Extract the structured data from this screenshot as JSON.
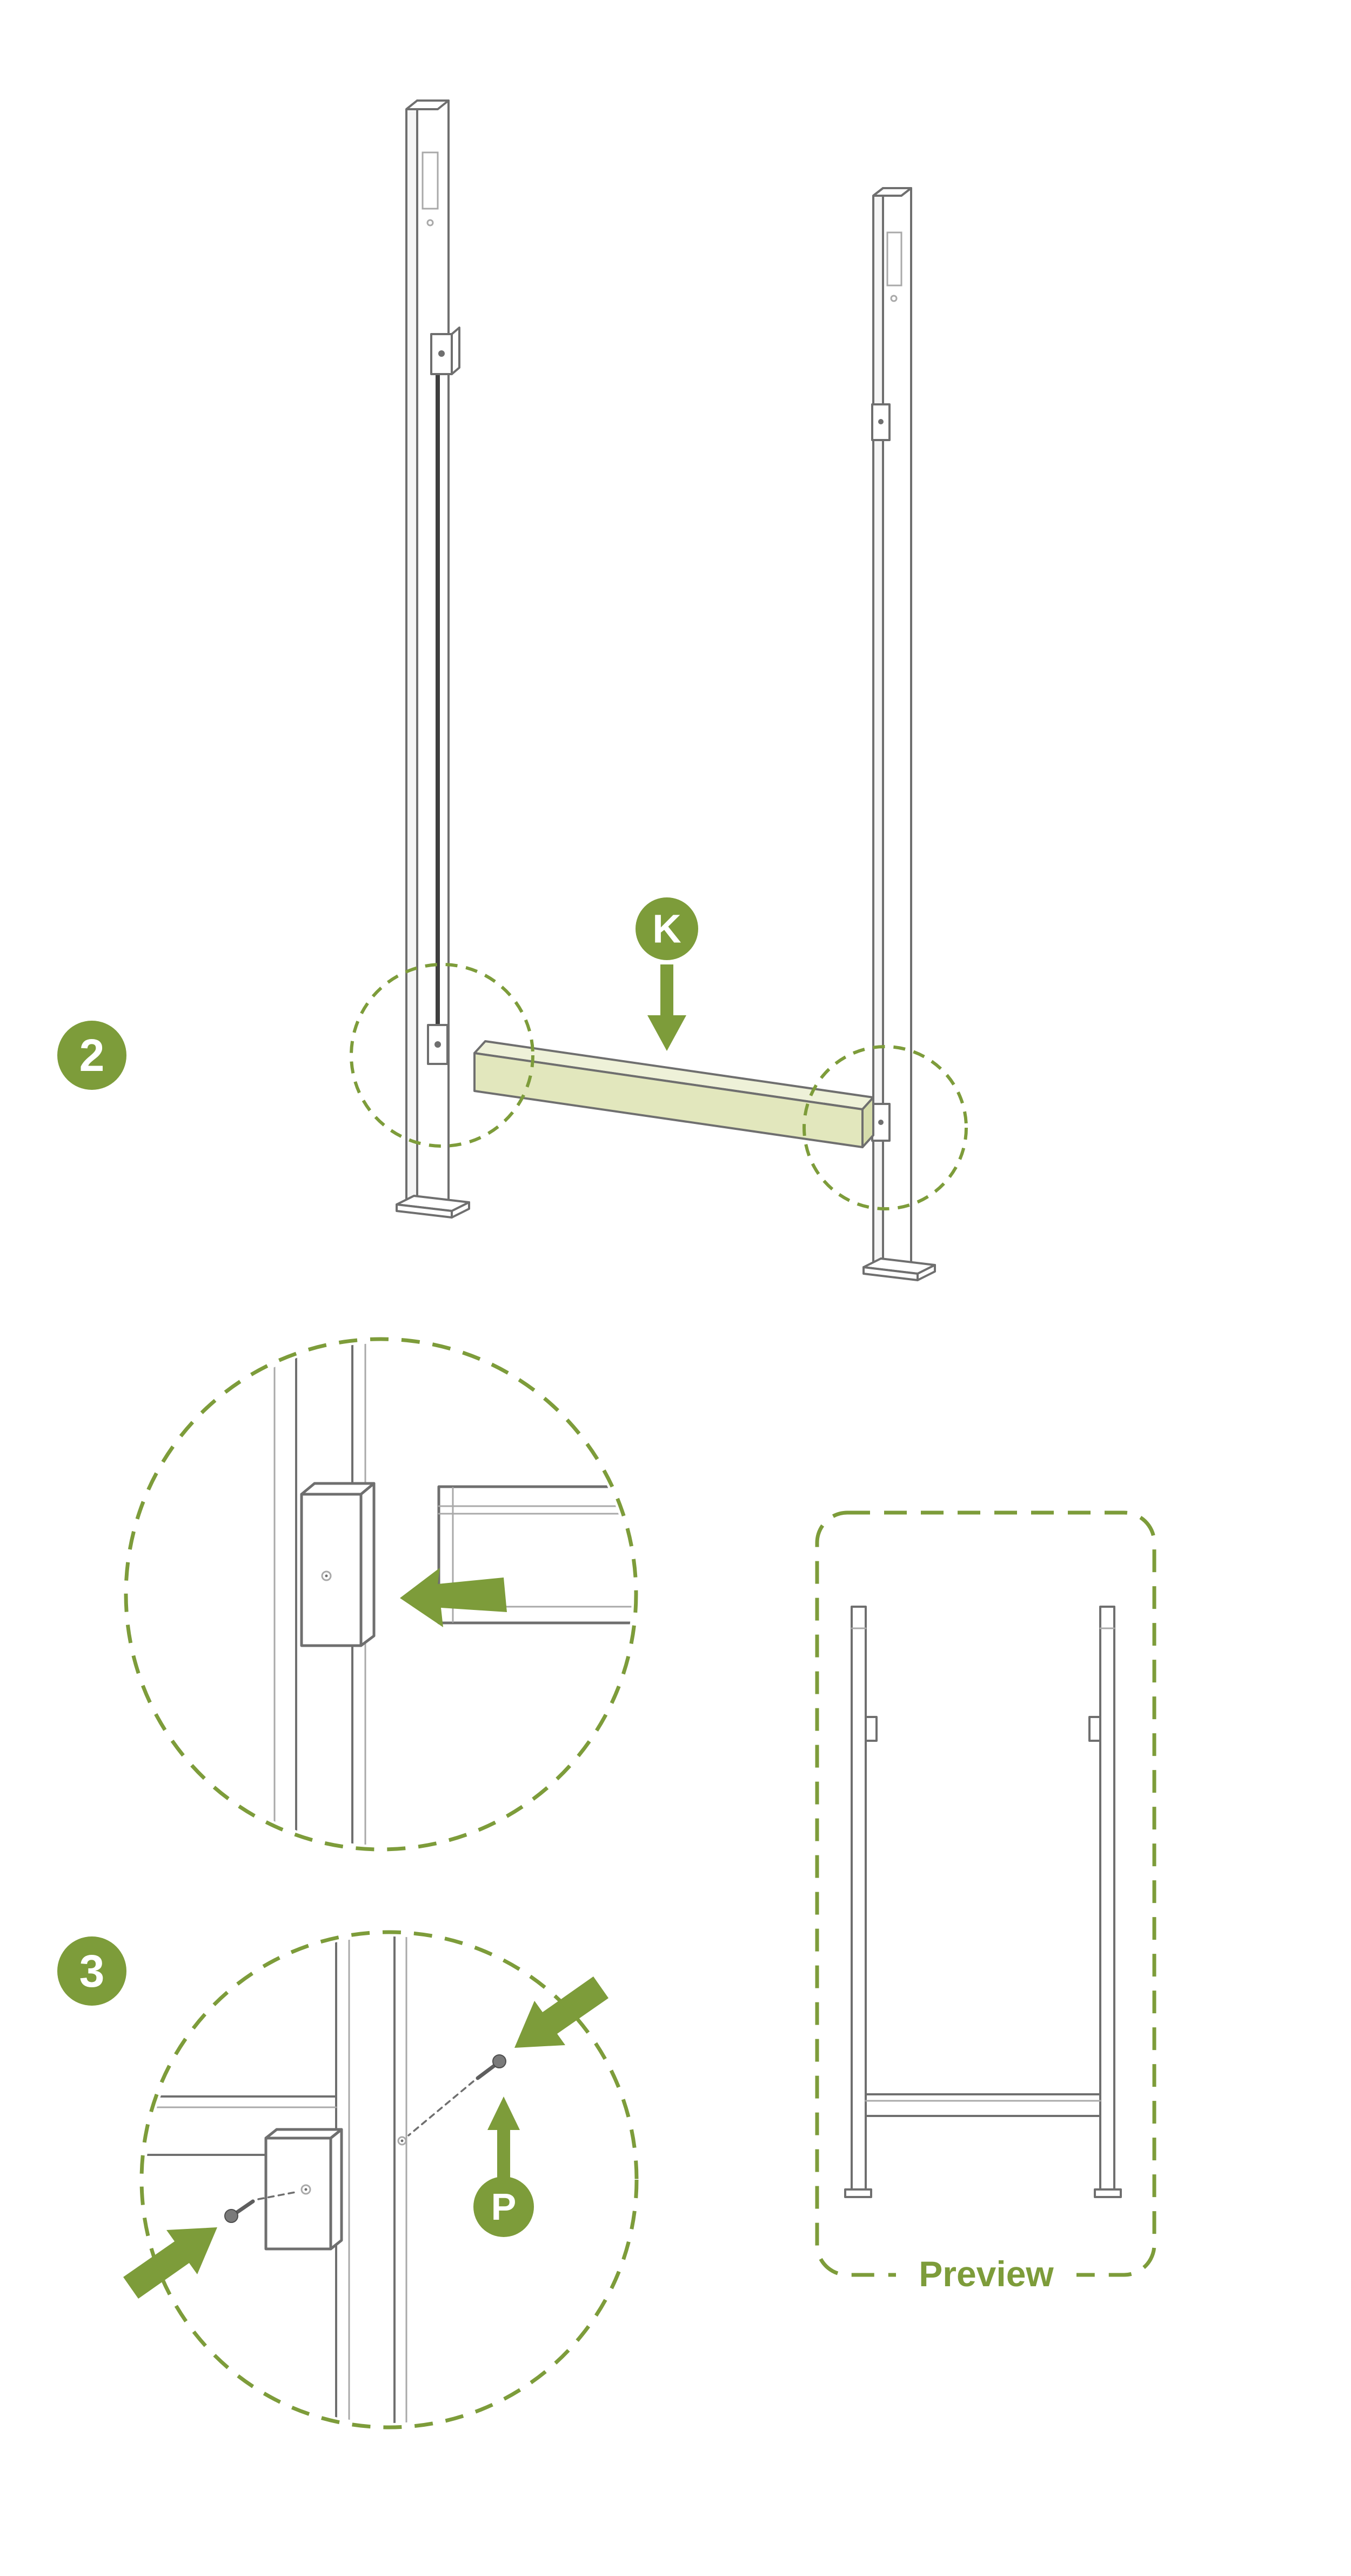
{
  "colors": {
    "accent": "#7d9c3a",
    "line": "#6f6f6f",
    "line_light": "#a9a9a9",
    "line_dark": "#3f3f3f",
    "beam_front": "#e2e7bd",
    "beam_top": "#eef1d8",
    "beam_end": "#d6ddab",
    "screw": "#7a7a7a",
    "background": "#ffffff"
  },
  "step2": {
    "number": "2",
    "part_label": "K"
  },
  "step3": {
    "number": "3",
    "part_label": "P"
  },
  "preview": {
    "label": "Preview"
  }
}
